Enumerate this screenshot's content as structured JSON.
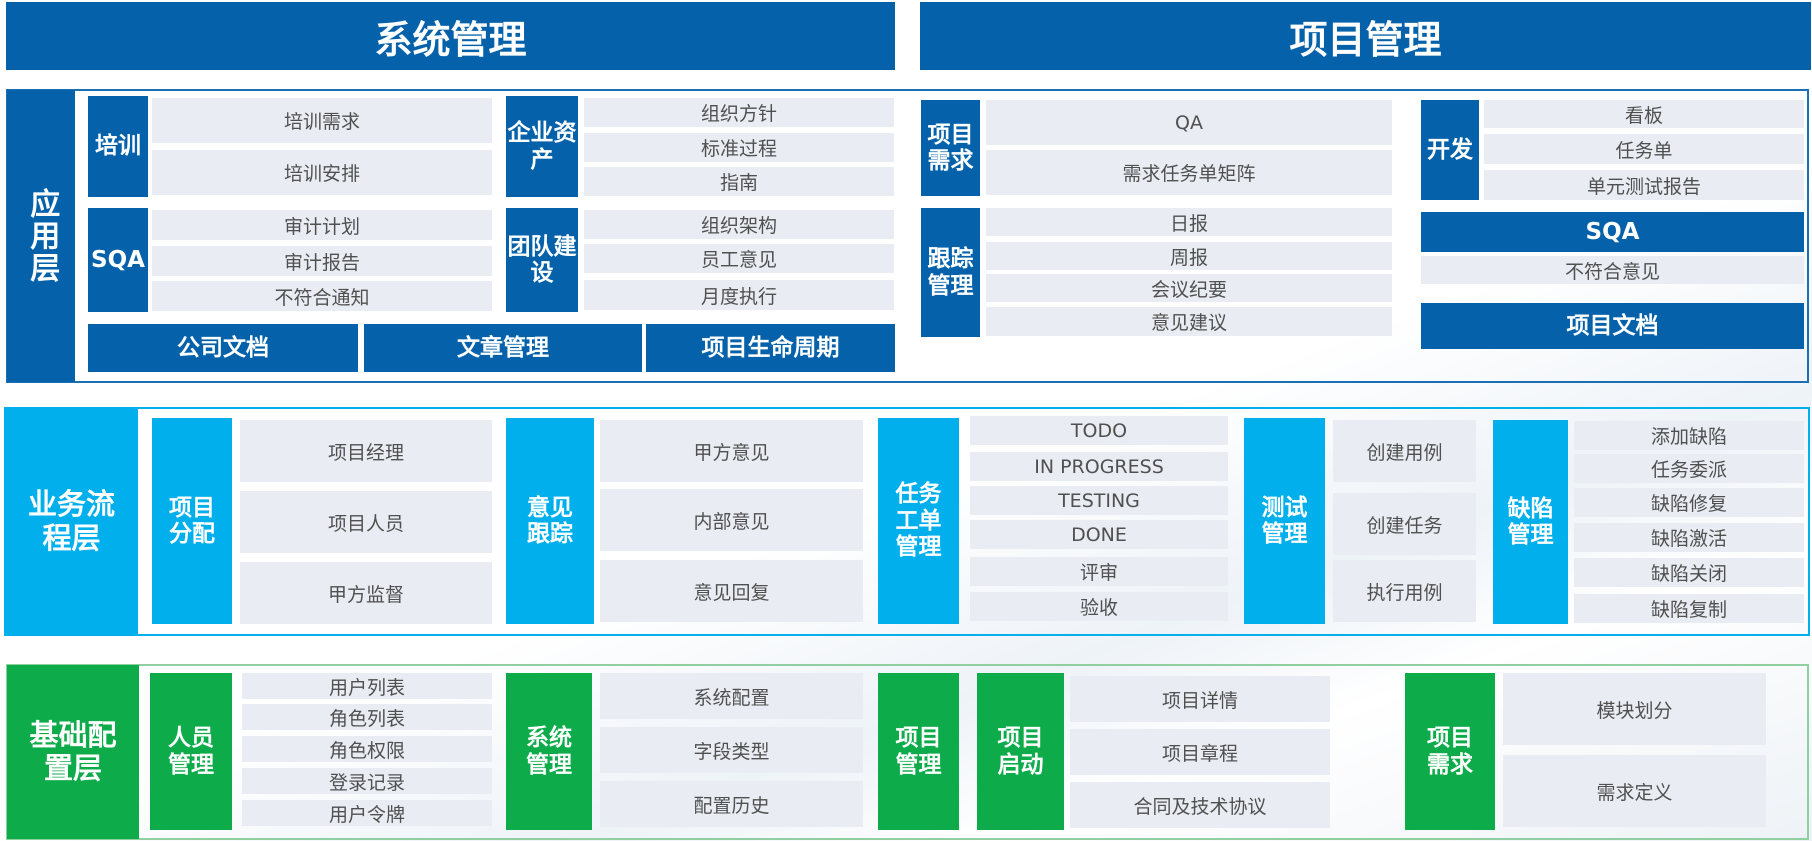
{
  "header": {
    "left": "系统管理",
    "right": "项目管理"
  },
  "app_layer": {
    "label": "应用层",
    "training": {
      "label": "培训",
      "items": [
        "培训需求",
        "培训安排"
      ]
    },
    "enterprise_assets": {
      "label": "企业资产",
      "items": [
        "组织方针",
        "标准过程",
        "指南"
      ]
    },
    "sqa": {
      "label": "SQA",
      "items": [
        "审计计划",
        "审计报告",
        "不符合通知"
      ]
    },
    "team": {
      "label": "团队建设",
      "items": [
        "组织架构",
        "员工意见",
        "月度执行"
      ]
    },
    "bottom_bars": [
      "公司文档",
      "文章管理",
      "项目生命周期"
    ],
    "project_req": {
      "label": "项目需求",
      "items": [
        "QA",
        "需求任务单矩阵"
      ]
    },
    "tracking": {
      "label": "跟踪管理",
      "items": [
        "日报",
        "周报",
        "会议纪要",
        "意见建议"
      ]
    },
    "dev": {
      "label": "开发",
      "items": [
        "看板",
        "任务单",
        "单元测试报告"
      ]
    },
    "sqa2": {
      "label": "SQA",
      "items": [
        "不符合意见"
      ]
    },
    "project_docs": "项目文档"
  },
  "biz_layer": {
    "label": "业务流程层",
    "assign": {
      "label": "项目分配",
      "items": [
        "项目经理",
        "项目人员",
        "甲方监督"
      ]
    },
    "feedback": {
      "label": "意见跟踪",
      "items": [
        "甲方意见",
        "内部意见",
        "意见回复"
      ]
    },
    "task": {
      "label": "任务工单管理",
      "items": [
        "TODO",
        "IN PROGRESS",
        "TESTING",
        "DONE",
        "评审",
        "验收"
      ]
    },
    "test": {
      "label": "测试管理",
      "items": [
        "创建用例",
        "创建任务",
        "执行用例"
      ]
    },
    "defect": {
      "label": "缺陷管理",
      "items": [
        "添加缺陷",
        "任务委派",
        "缺陷修复",
        "缺陷激活",
        "缺陷关闭",
        "缺陷复制"
      ]
    }
  },
  "base_layer": {
    "label": "基础配置层",
    "people": {
      "label": "人员管理",
      "items": [
        "用户列表",
        "角色列表",
        "角色权限",
        "登录记录",
        "用户令牌"
      ]
    },
    "system": {
      "label": "系统管理",
      "items": [
        "系统配置",
        "字段类型",
        "配置历史"
      ]
    },
    "project_mgmt": {
      "label": "项目管理"
    },
    "project_start": {
      "label": "项目启动",
      "items": [
        "项目详情",
        "项目章程",
        "合同及技术协议"
      ]
    },
    "project_req": {
      "label": "项目需求",
      "items": [
        "模块划分",
        "需求定义"
      ]
    }
  },
  "colors": {
    "dark_blue": "#0562aa",
    "cyan": "#00afec",
    "green": "#0dab4a",
    "item_bg": "#e9edf3"
  }
}
